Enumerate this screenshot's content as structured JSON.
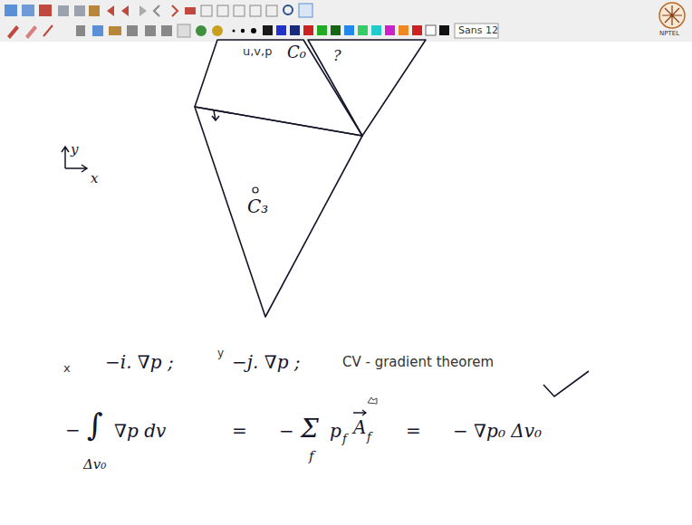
{
  "diagram": {
    "nodes": [
      {
        "text": [
          "u,v,p",
          "C₀"
        ]
      },
      {
        "text": [
          "?"
        ]
      },
      {
        "text": [
          "C₃"
        ]
      }
    ],
    "labels": [
      "y",
      "x",
      "x",
      "−i. ∇p ;",
      "y",
      "−j. ∇p ;",
      "CV - gradient theorem",
      "−",
      "∫",
      "∇p dv",
      "Δv₀",
      "=",
      "−",
      "Σ",
      "f",
      "p",
      "f",
      "A",
      "f",
      "=",
      "− ∇p₀ Δv₀",
      "Sans 12",
      "NPTEL"
    ]
  }
}
